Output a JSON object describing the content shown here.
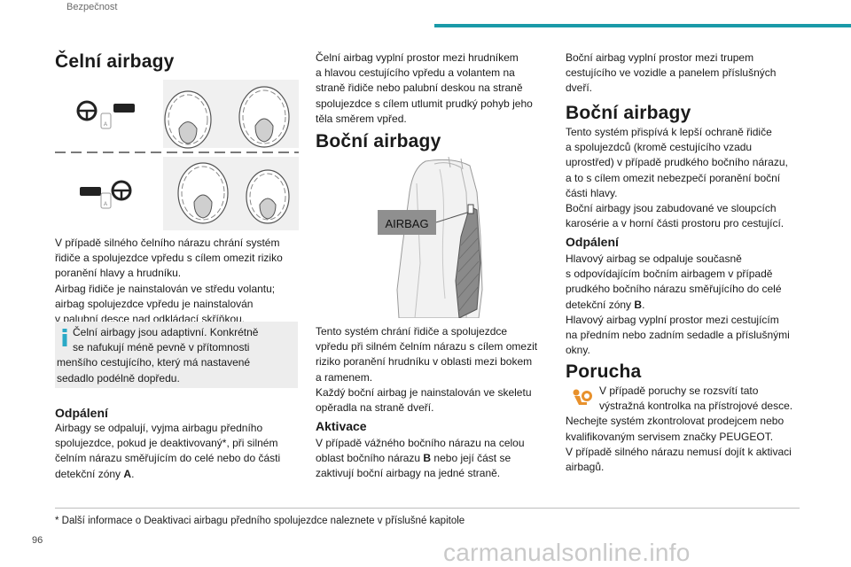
{
  "header": {
    "section": "Bezpečnost",
    "page_number": "96"
  },
  "col1": {
    "title": "Čelní airbagy",
    "body": [
      "V případě silného čelního nárazu chrání systém",
      "řidiče a spolujezdce vpředu s cílem omezit riziko",
      "poranění hlavy a hrudníku.",
      "Airbag řidiče je nainstalován ve středu volantu;",
      "airbag spolujezdce vpředu je nainstalován",
      "v palubní desce nad odkládací skříňkou."
    ],
    "info": [
      "Čelní airbagy jsou adaptivní. Konkrétně",
      "se nafukují méně pevně v přítomnosti",
      "menšího cestujícího, který má nastavené",
      "sedadlo podélně dopředu."
    ],
    "deploy_title": "Odpálení",
    "deploy_body": [
      "Airbagy se odpalují, vyjma airbagu předního",
      "spolujezdce, pokud je deaktivovaný*, při silném",
      "čelním nárazu směřujícím do celé nebo do části",
      "detekční zóny ",
      "A",
      "."
    ]
  },
  "col2": {
    "intro": [
      "Čelní airbag vyplní prostor mezi hrudníkem",
      "a hlavou cestujícího vpředu a volantem na",
      "straně řidiče nebo palubní deskou na straně",
      "spolujezdce s cílem utlumit prudký pohyb jeho",
      "těla směrem vpřed."
    ],
    "title": "Boční airbagy",
    "figure_label": "AIRBAG",
    "body": [
      "Tento systém chrání řidiče a spolujezdce",
      "vpředu při silném čelním nárazu s cílem omezit",
      "riziko poranění hrudníku v oblasti mezi bokem",
      "a ramenem.",
      "Každý boční airbag je nainstalován ve skeletu",
      "opěradla na straně dveří."
    ],
    "activation_title": "Aktivace",
    "activation_body": [
      "V případě vážného bočního nárazu na celou",
      "oblast bočního nárazu ",
      "B",
      " nebo její část se",
      "zaktivují boční airbagy na jedné straně."
    ]
  },
  "col3": {
    "intro": [
      "Boční airbag vyplní prostor mezi trupem",
      "cestujícího ve vozidle a panelem příslušných",
      "dveří."
    ],
    "title": "Boční airbagy",
    "body": [
      "Tento systém přispívá k lepší ochraně řidiče",
      "a spolujezdců (kromě cestujícího vzadu",
      "uprostřed) v případě prudkého bočního nárazu,",
      "a to s cílem omezit nebezpečí poranění boční",
      "části hlavy.",
      "Boční airbagy jsou zabudované ve sloupcích",
      "karosérie a v horní části prostoru pro cestující."
    ],
    "deploy_title": "Odpálení",
    "deploy_body": [
      "Hlavový airbag se odpaluje současně",
      "s odpovídajícím bočním airbagem v případě",
      "prudkého bočního nárazu směřujícího do celé",
      "detekční zóny ",
      "B",
      ".",
      "Hlavový airbag vyplní prostor mezi cestujícím",
      "na předním nebo zadním sedadle a příslušnými",
      "okny."
    ],
    "fault_title": "Porucha",
    "fault_body": [
      "V případě poruchy se rozsvítí tato",
      "výstražná kontrolka na přístrojové desce.",
      "Nechejte systém zkontrolovat prodejcem nebo",
      "kvalifikovaným servisem značky PEUGEOT.",
      "V případě silného nárazu nemusí dojít k aktivaci",
      "airbagů."
    ]
  },
  "footnote": "* Další informace o Deaktivaci airbagu předního spolujezdce naleznete v příslušné kapitole",
  "watermark": "carmanualsonline.info",
  "colors": {
    "accent": "#1a9aa8",
    "info_icon": "#2aa9c6",
    "warning_icon": "#e8912c"
  }
}
